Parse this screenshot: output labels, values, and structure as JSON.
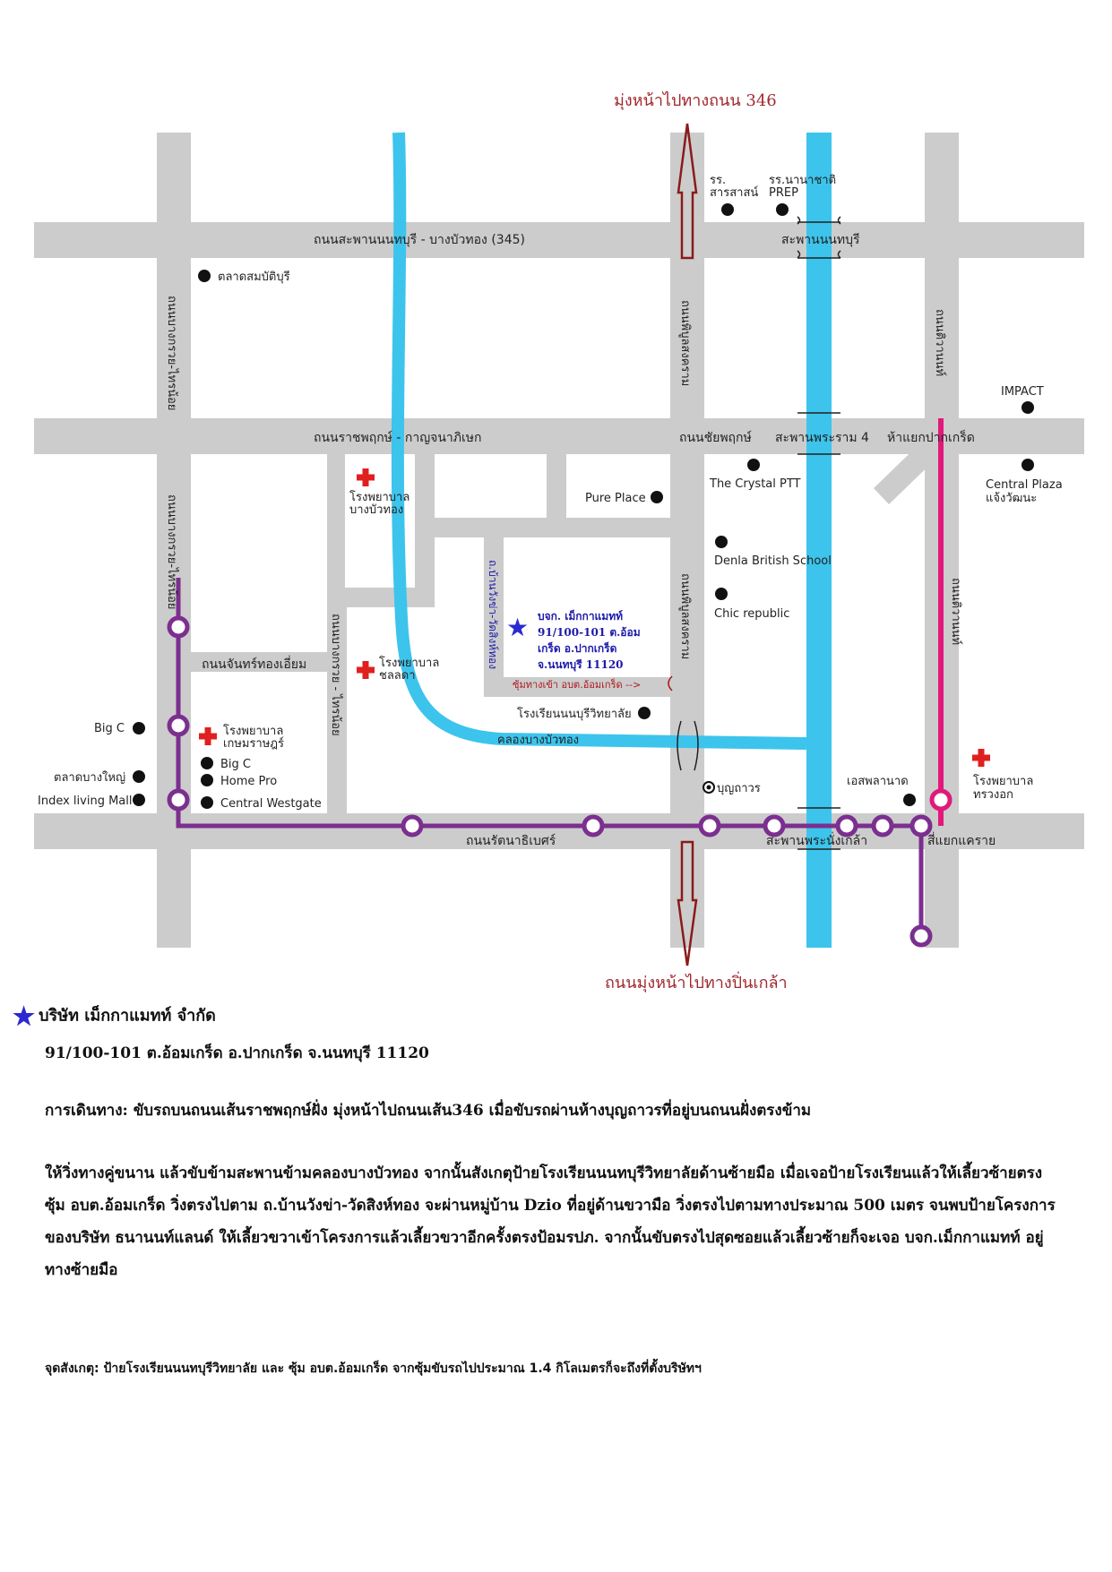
{
  "directions": {
    "north": "มุ่งหน้าไปทางถนน 346",
    "south": "ถนนมุ่งหน้าไปทางปิ่นเกล้า"
  },
  "roads": {
    "top_horizontal": "ถนนสะพานนนทบุรี - บางบัวทอง (345)",
    "middle_horizontal": "ถนนราชพฤกษ์ - กาญจนาภิเษก",
    "bottom_horizontal": "ถนนรัตนาธิเบศร์",
    "left_vertical_upper": "ถนนบางกรวย-ไทรน้อย",
    "left_vertical_lower": "ถนนบางกรวย-ไทรน้อย",
    "middle_vertical": "ถนนบางกรวย - ไทรน้อย",
    "chan_road": "ถนนจันทร์ทองเอี่ยม",
    "center_vertical_upper": "ถนนพิบูลสงคราม",
    "center_vertical_lower": "ถนนพิบูลสงคราม",
    "right_vertical_upper": "ถนนติวานนท์",
    "right_vertical_lower": "ถนนติวานนท์",
    "wang_kha_road": "ถ.บ้านวังข่า-วัดสิงห์ทอง",
    "chaiyaphruek": "ถนนชัยพฤกษ์",
    "canal": "คลองบางบัวทอง"
  },
  "bridges": {
    "nonthaburi": "สะพานนนทบุรี",
    "rama4": "สะพานพระราม 4",
    "nang_klao": "สะพานพระนั่งเกล้า"
  },
  "intersections": {
    "pak_kret": "ห้าแยกปากเกร็ด",
    "khae_rai": "สี่แยกแคราย"
  },
  "landmarks": {
    "school1_line1": "รร.",
    "school1_line2": "สารสาสน์",
    "school2_line1": "รร.นานาชาติ",
    "school2_line2": "PREP",
    "market_sombat": "ตลาดสมบัติบุรี",
    "impact": "IMPACT",
    "hosp_bbt_line1": "โรงพยาบาล",
    "hosp_bbt_line2": "บางบัวทอง",
    "pure_place": "Pure Place",
    "crystal": "The Crystal PTT",
    "central_plaza_line1": "Central Plaza",
    "central_plaza_line2": "แจ้งวัฒนะ",
    "denla": "Denla British School",
    "chic": "Chic republic",
    "hosp_chon_line1": "โรงพยาบาล",
    "hosp_chon_line2": "ชลลดา",
    "school_nonburi": "โรงเรียนนนบุรีวิทยาลัย",
    "big_c_left": "Big C",
    "hosp_kasem_line1": "โรงพยาบาล",
    "hosp_kasem_line2": "เกษมราษฎร์",
    "big_c": "Big C",
    "home_pro": "Home Pro",
    "central_westgate": "Central Westgate",
    "bang_yai_market": "ตลาดบางใหญ่",
    "index_living": "Index living Mall",
    "boonthavorn": "บุญถาวร",
    "esplanade": "เอสพลานาด",
    "hosp_moph_line1": "โรงพยาบาล",
    "hosp_moph_line2": "ทรวงอก"
  },
  "company_box": {
    "line1": "บจก. เม็กกาแมทท์",
    "line2": "91/100-101 ต.อ้อม",
    "line3": "เกร็ด อ.ปากเกร็ด",
    "line4": "จ.นนทบุรี 11120",
    "soi": "ซุ้มทางเข้า อบต.อ้อมเกร็ด -->"
  },
  "text": {
    "company_name": "บริษัท เม็กกาแมทท์ จำกัด",
    "address": "91/100-101 ต.อ้อมเกร็ด อ.ปากเกร็ด จ.นนทบุรี 11120",
    "route": "การเดินทาง: ขับรถบนถนนเส้นราชพฤกษ์ฝั่ง มุ่งหน้าไปถนนเส้น346 เมื่อขับรถผ่านห้างบุญถาวรที่อยู่บนถนนฝั่งตรงข้าม",
    "body": "ให้วิ่งทางคู่ขนาน แล้วขับข้ามสะพานข้ามคลองบางบัวทอง จากนั้นสังเกตุป้ายโรงเรียนนนทบุรีวิทยาลัยด้านซ้ายมือ เมื่อเจอป้ายโรงเรียนแล้วให้เลี้ยวซ้ายตรงซุ้ม อบต.อ้อมเกร็ด วิ่งตรงไปตาม ถ.บ้านวังข่า-วัดสิงห์ทอง จะผ่านหมู่บ้าน Dzio ที่อยู่ด้านขวามือ วิ่งตรงไปตามทางประมาณ 500 เมตร จนพบป้ายโครงการของบริษัท ธนานนท์แลนด์ ให้เลี้ยวขวาเข้าโครงการแล้วเลี้ยวขวาอีกครั้งตรงป้อมรปภ. จากนั้นขับตรงไปสุดซอยแล้วเลี้ยวซ้ายก็จะเจอ บจก.เม็กกาแมทท์ อยู่ทางซ้ายมือ",
    "note": "จุดสังเกตุ: ป้ายโรงเรียนนนทบุรีวิทยาลัย และ ซุ้ม อบต.อ้อมเกร็ด จากซุ้มขับรถไปประมาณ 1.4 กิโลเมตรก็จะถึงที่ตั้งบริษัทฯ"
  },
  "colors": {
    "road": "#cccccc",
    "river": "#3cc4ec",
    "purple_line": "#7b2f8f",
    "pink_line": "#e0197a",
    "arrow": "#8b1a1a",
    "hospital": "#e02020",
    "star": "#2a2ad0"
  }
}
